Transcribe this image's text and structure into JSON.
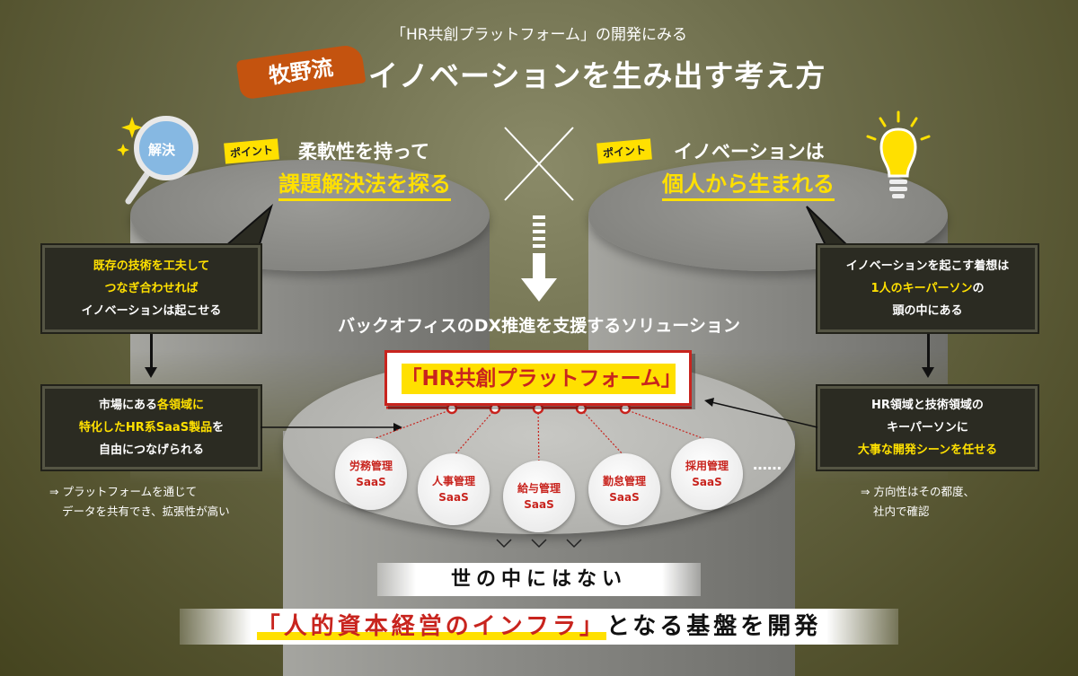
{
  "header": {
    "subtitle": "「HR共創プラットフォーム」の開発にみる",
    "brand": "牧野流",
    "title": "イノベーションを生み出す考え方"
  },
  "left": {
    "icon_label": "解決",
    "tag": "ポイント",
    "line1": "柔軟性を持って",
    "line2": "課題解決法を探る",
    "box1": [
      "既存の技術を工夫して",
      "つなぎ合わせれば",
      "イノベーションは起こせる"
    ],
    "box2": {
      "l1a": "市場にある",
      "l1b": "各領域に",
      "l2a": "特化したHR系SaaS製品",
      "l2b": "を",
      "l3": "自由につなげられる"
    },
    "note": [
      "⇒ プラットフォームを通じて",
      "データを共有でき、拡張性が高い"
    ]
  },
  "right": {
    "tag": "ポイント",
    "line1": "イノベーションは",
    "line2": "個人から生まれる",
    "box1": {
      "l1": "イノベーションを起こす着想は",
      "l2a": "1人のキーパーソン",
      "l2b": "の",
      "l3": "頭の中にある"
    },
    "box2": {
      "l1": "HR領域と技術領域の",
      "l2": "キーパーソンに",
      "l3": "大事な開発シーンを任せる"
    },
    "note": [
      "⇒ 方向性はその都度、",
      "社内で確認"
    ]
  },
  "center": {
    "solution": "バックオフィスのDX推進を支援するソリューション",
    "platform": "「HR共創プラットフォーム」",
    "saas": [
      {
        "name": "労務管理",
        "type": "SaaS"
      },
      {
        "name": "人事管理",
        "type": "SaaS"
      },
      {
        "name": "給与管理",
        "type": "SaaS"
      },
      {
        "name": "勤怠管理",
        "type": "SaaS"
      },
      {
        "name": "採用管理",
        "type": "SaaS"
      }
    ],
    "ellipsis": "……",
    "band1": "世の中にはない",
    "band2_red": "「人的資本経営のインフラ」",
    "band2_black": "となる基盤を開発"
  },
  "colors": {
    "yellow": "#ffe000",
    "red": "#c8241e",
    "brush": "#c4530f"
  }
}
